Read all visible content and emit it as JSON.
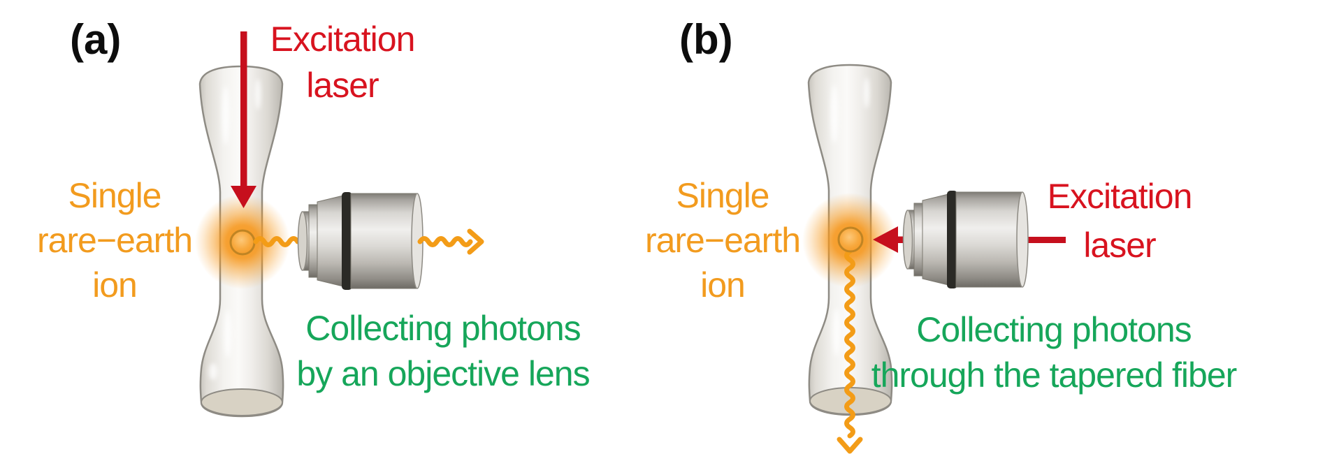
{
  "figure": {
    "type": "scientific-diagram",
    "description_visible_elements": "two-panel schematic of single rare-earth ion excitation and photon collection with a tapered optical fiber and an objective lens",
    "panels": [
      {
        "label": "(a)",
        "excitation_lines": [
          "Excitation",
          "laser"
        ],
        "ion_lines": [
          "Single",
          "rare−earth",
          "ion"
        ],
        "collection_lines": [
          "Collecting photons",
          "by an objective lens"
        ]
      },
      {
        "label": "(b)",
        "excitation_lines": [
          "Excitation",
          "laser"
        ],
        "ion_lines": [
          "Single",
          "rare−earth",
          "ion"
        ],
        "collection_lines": [
          "Collecting photons",
          "through the tapered fiber"
        ]
      }
    ],
    "colors": {
      "background": "#ffffff",
      "excitation_text": "#d8131f",
      "laser_arrow": "#c60f1d",
      "ion_text": "#f29b1e",
      "photon_wave": "#f39c17",
      "collection_text": "#16a65a",
      "panel_label": "#0d0d0d",
      "lens_ring": "#2b2a26",
      "lens_metal_light": "#f0efed",
      "lens_metal_dark": "#6e6b65",
      "ion_fill": "#f8ab45",
      "ion_outline": "#bf8424",
      "glow": "#f69920",
      "fiber_glass": "#efede9"
    }
  }
}
